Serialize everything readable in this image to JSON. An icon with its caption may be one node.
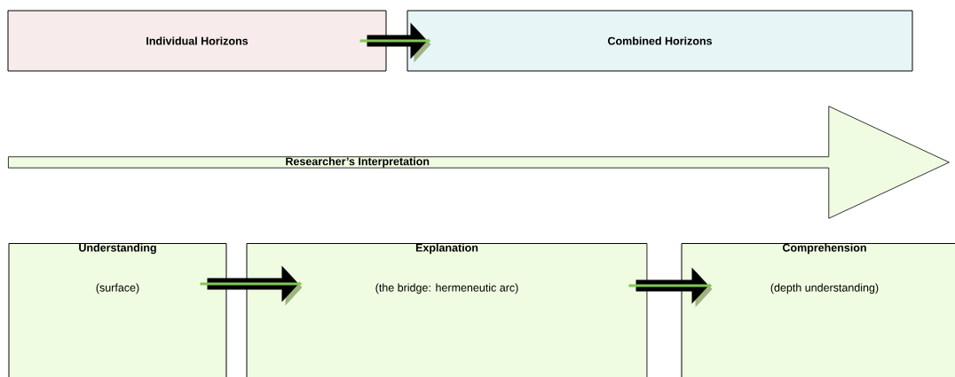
{
  "diagram": {
    "nodes": [
      {
        "text": [
          "Individual Horizons"
        ]
      },
      {
        "text": [
          "Combined Horizons"
        ]
      },
      {
        "text": [
          "Researcher’s Interpretation"
        ]
      },
      {
        "text": [
          "Understanding",
          "(surface)"
        ]
      },
      {
        "text": [
          "Explanation",
          "(the bridge: hermeneutic arc)"
        ]
      },
      {
        "text": [
          "Comprehension",
          "(depth understanding)"
        ]
      }
    ],
    "edges": [
      {
        "from": 0,
        "to": 1,
        "arrow": "to"
      },
      {
        "from": 3,
        "to": 4,
        "arrow": "to"
      },
      {
        "from": 4,
        "to": 5,
        "arrow": "to"
      }
    ]
  }
}
